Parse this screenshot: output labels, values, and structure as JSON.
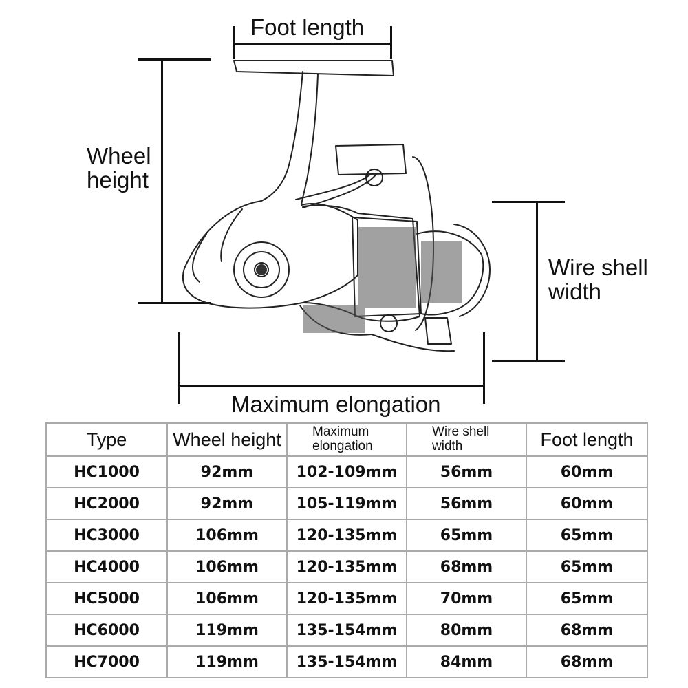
{
  "dimensions": {
    "foot_length": "Foot length",
    "wheel_height": [
      "Wheel",
      "height"
    ],
    "wire_shell_width": [
      "Wire shell",
      "width"
    ],
    "maximum_elongation": "Maximum elongation"
  },
  "table": {
    "headers": {
      "type": "Type",
      "wheel_height": "Wheel height",
      "maximum_elongation": [
        "Maximum",
        "elongation"
      ],
      "wire_shell_width": [
        "Wire shell",
        "width"
      ],
      "foot_length": "Foot length"
    },
    "rows": [
      [
        "HC1000",
        "92mm",
        "102-109mm",
        "56mm",
        "60mm"
      ],
      [
        "HC2000",
        "92mm",
        "105-119mm",
        "56mm",
        "60mm"
      ],
      [
        "HC3000",
        "106mm",
        "120-135mm",
        "65mm",
        "65mm"
      ],
      [
        "HC4000",
        "106mm",
        "120-135mm",
        "68mm",
        "65mm"
      ],
      [
        "HC5000",
        "106mm",
        "120-135mm",
        "70mm",
        "65mm"
      ],
      [
        "HC6000",
        "119mm",
        "135-154mm",
        "80mm",
        "68mm"
      ],
      [
        "HC7000",
        "119mm",
        "135-154mm",
        "84mm",
        "68mm"
      ]
    ]
  }
}
